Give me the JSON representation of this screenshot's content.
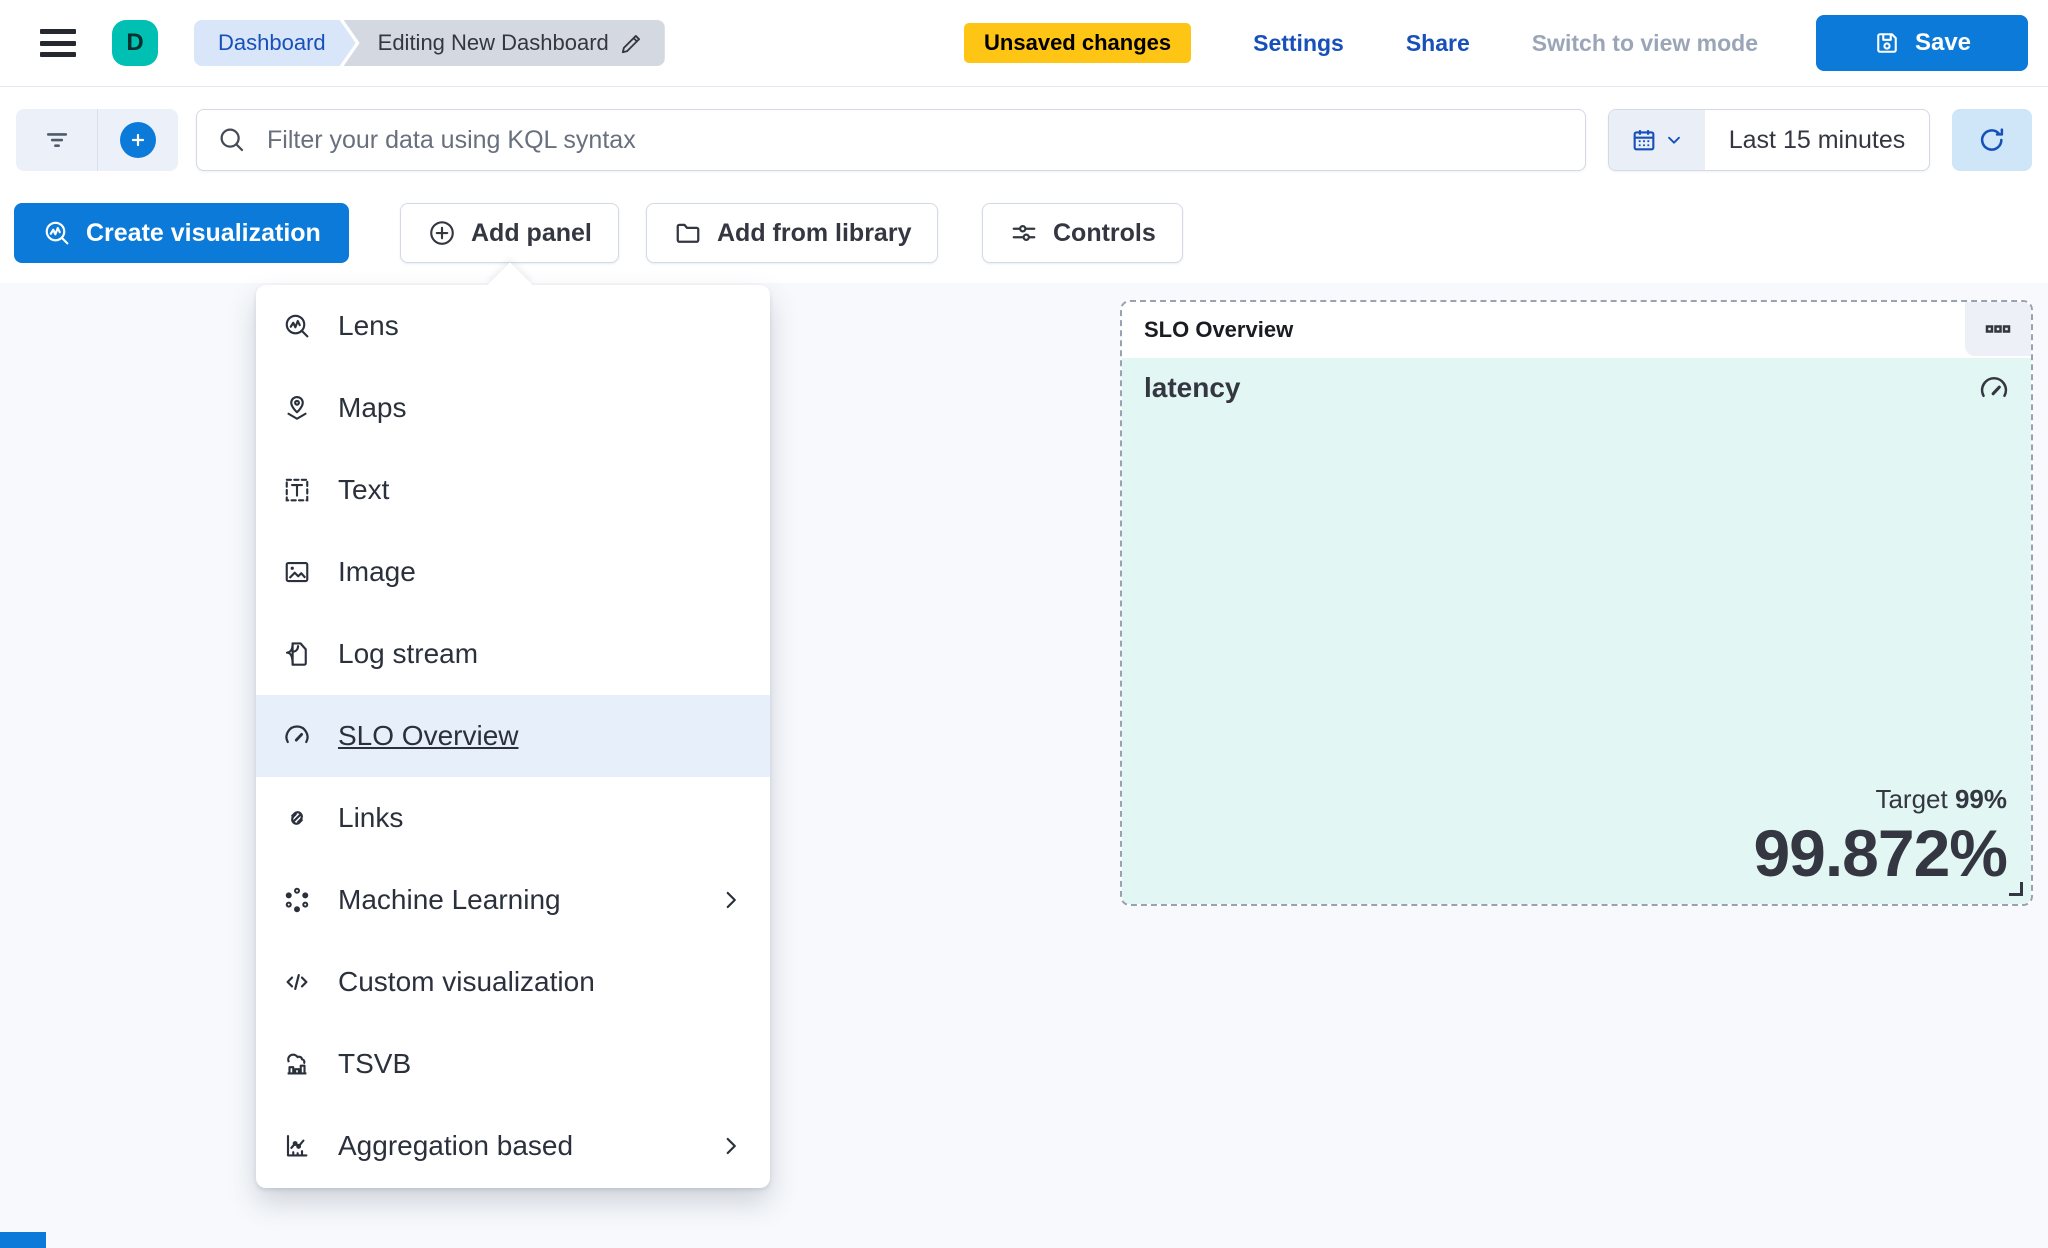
{
  "topbar": {
    "logo_letter": "D",
    "breadcrumbs": [
      {
        "label": "Dashboard"
      },
      {
        "label": "Editing New Dashboard"
      }
    ],
    "unsaved_badge": "Unsaved changes",
    "links": {
      "settings": "Settings",
      "share": "Share"
    },
    "view_mode_label": "Switch to view mode",
    "save_label": "Save"
  },
  "querybar": {
    "search_placeholder": "Filter your data using KQL syntax",
    "time_range": "Last 15 minutes"
  },
  "toolbar": {
    "create_visualization": "Create visualization",
    "add_panel": "Add panel",
    "add_from_library": "Add from library",
    "controls": "Controls"
  },
  "add_panel_menu": {
    "items": [
      {
        "label": "Lens",
        "icon": "lens",
        "selected": false,
        "submenu": false
      },
      {
        "label": "Maps",
        "icon": "maps",
        "selected": false,
        "submenu": false
      },
      {
        "label": "Text",
        "icon": "text",
        "selected": false,
        "submenu": false
      },
      {
        "label": "Image",
        "icon": "image",
        "selected": false,
        "submenu": false
      },
      {
        "label": "Log stream",
        "icon": "logstream",
        "selected": false,
        "submenu": false
      },
      {
        "label": "SLO Overview",
        "icon": "gauge",
        "selected": true,
        "submenu": false
      },
      {
        "label": "Links",
        "icon": "links",
        "selected": false,
        "submenu": false
      },
      {
        "label": "Machine Learning",
        "icon": "ml",
        "selected": false,
        "submenu": true
      },
      {
        "label": "Custom visualization",
        "icon": "code",
        "selected": false,
        "submenu": false
      },
      {
        "label": "TSVB",
        "icon": "tsvb",
        "selected": false,
        "submenu": false
      },
      {
        "label": "Aggregation based",
        "icon": "aggregation",
        "selected": false,
        "submenu": true
      }
    ]
  },
  "slo_panel": {
    "title": "SLO Overview",
    "name": "latency",
    "target_label": "Target",
    "target_value": "99%",
    "value": "99.872%"
  },
  "icons": {
    "hamburger": "menu-icon",
    "pencil": "edit-pencil-icon",
    "save": "floppy-disk-icon",
    "filter": "filter-funnel-icon",
    "add_filter": "plus-in-circle-solid-icon",
    "search": "magnifier-icon",
    "calendar": "calendar-icon",
    "chevron_down": "chevron-down-icon",
    "refresh": "refresh-icon",
    "lens": "lens-magnifier-chart-icon",
    "maps": "map-pin-layers-icon",
    "text": "text-box-icon",
    "image": "image-icon",
    "logstream": "log-stream-icon",
    "gauge": "gauge-icon",
    "links": "chain-link-icon",
    "ml": "machine-learning-dots-icon",
    "code": "code-brackets-icon",
    "tsvb": "tsvb-bars-icon",
    "aggregation": "aggregation-chart-icon",
    "chevron_right": "chevron-right-icon",
    "boxes_horizontal": "boxes-horizontal-icon",
    "resize": "resize-corner-icon"
  },
  "colors": {
    "primary": "#0b7ad9",
    "link": "#1750ba",
    "teal_logo": "#00bfb3",
    "warning_badge": "#fec514",
    "panel_mint": "#e2f7f3",
    "canvas": "#f7f9fc",
    "text": "#343741",
    "subdued": "#98a2b3",
    "hover_row": "#e7f0fa"
  }
}
